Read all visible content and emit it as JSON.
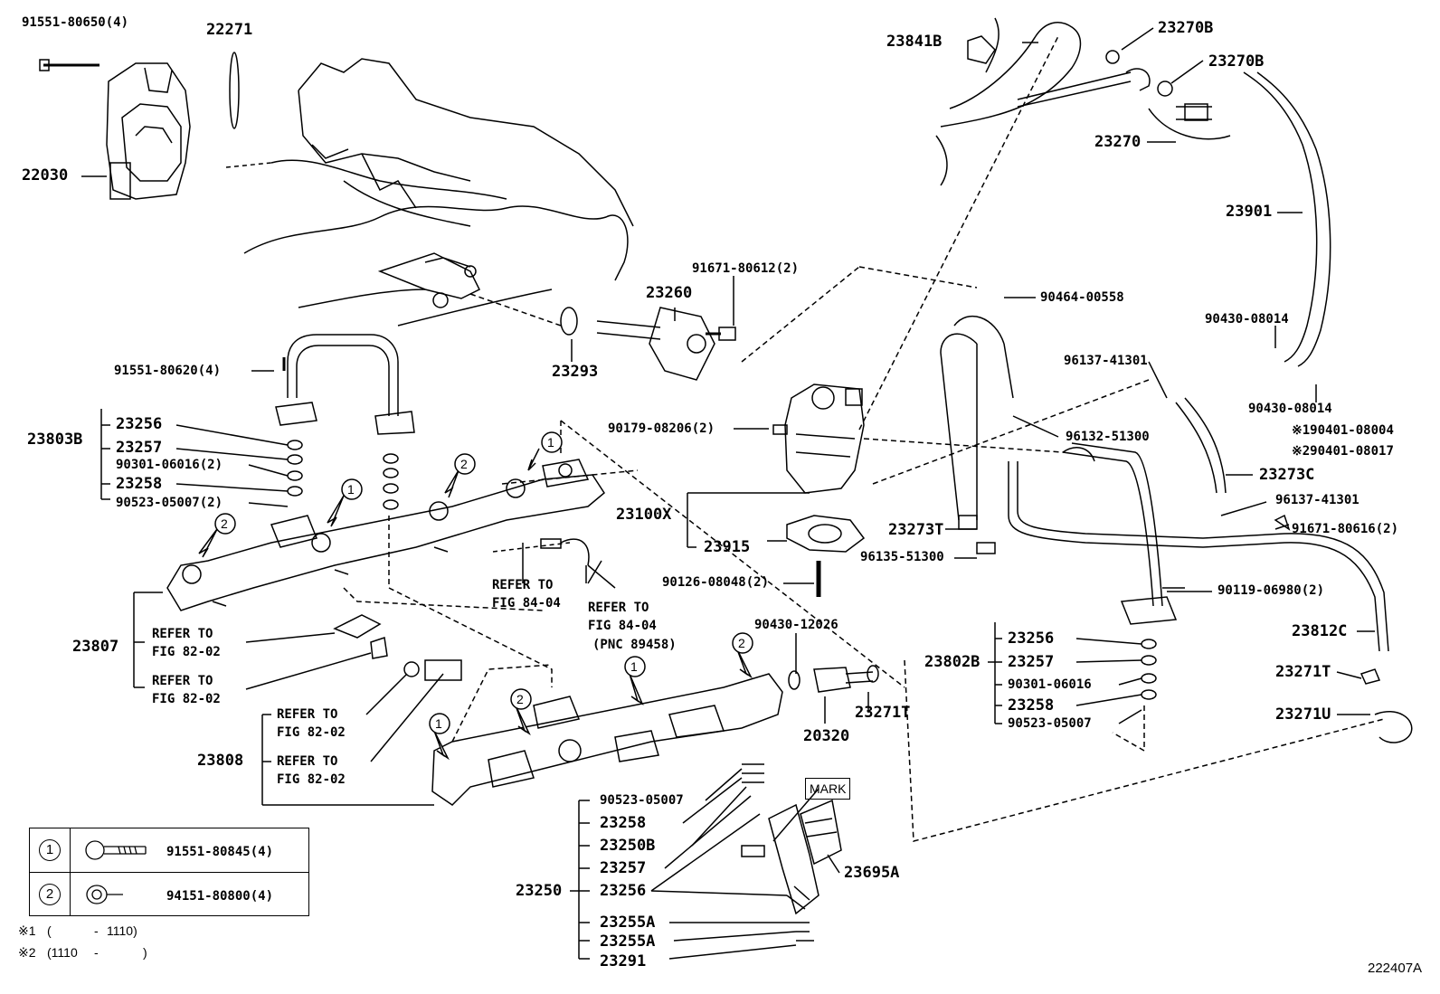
{
  "labels": {
    "p91551_80650": "91551-80650(4)",
    "p22271": "22271",
    "p22030": "22030",
    "p23841B": "23841B",
    "p23270B_1": "23270B",
    "p23270B_2": "23270B",
    "p23270": "23270",
    "p23901": "23901",
    "p91671_80612": "91671-80612(2)",
    "p23260": "23260",
    "p23293": "23293",
    "p90464_00558": "90464-00558",
    "p90430_08014_a": "90430-08014",
    "p96137_41301_a": "96137-41301",
    "p90430_08014_b": "90430-08014",
    "p190401": "※190401-08004",
    "p290401": "※290401-08017",
    "p91551_80620": "91551-80620(4)",
    "p23256_l": "23256",
    "p23803B": "23803B",
    "p23257_l": "23257",
    "p90301_06016_2": "90301-06016(2)",
    "p23258_l": "23258",
    "p90523_05007_2": "90523-05007(2)",
    "p90179_08206": "90179-08206(2)",
    "p96132_51300": "96132-51300",
    "p23273C": "23273C",
    "p96137_41301_b": "96137-41301",
    "p23100X": "23100X",
    "p23273T": "23273T",
    "p91671_80616": "91671-80616(2)",
    "p23915": "23915",
    "p96135_51300": "96135-51300",
    "p90126_08048": "90126-08048(2)",
    "p90119_06980": "90119-06980(2)",
    "ref_fig84_a1": "REFER TO",
    "ref_fig84_a2": "FIG 84-04",
    "ref_fig84_b1": "REFER TO",
    "ref_fig84_b2": "FIG 84-04",
    "ref_fig84_b3": "(PNC 89458)",
    "p23812C": "23812C",
    "p23807": "23807",
    "ref_82_a1": "REFER TO",
    "ref_82_a2": "FIG 82-02",
    "ref_82_b1": "REFER TO",
    "ref_82_b2": "FIG 82-02",
    "p90430_12026": "90430-12026",
    "p23256_r": "23256",
    "p23802B": "23802B",
    "p23257_r": "23257",
    "p90301_06016": "90301-06016",
    "p23271T_r": "23271T",
    "p23258_r": "23258",
    "p23271U": "23271U",
    "p90523_05007_r": "90523-05007",
    "ref_82_c1": "REFER TO",
    "ref_82_c2": "FIG 82-02",
    "p23271T_m": "23271T",
    "p20320": "20320",
    "p23808": "23808",
    "ref_82_d1": "REFER TO",
    "ref_82_d2": "FIG 82-02",
    "mark": "MARK",
    "p90523_05007_b": "90523-05007",
    "p23258_b": "23258",
    "p23250B": "23250B",
    "p23257_b": "23257",
    "p23250": "23250",
    "p23256_b": "23256",
    "p23695A": "23695A",
    "p23255A_1": "23255A",
    "p23255A_2": "23255A",
    "p23291": "23291",
    "callout1": "1",
    "callout2": "2",
    "fig_id": "222407A"
  },
  "legend": [
    {
      "num": "1",
      "part": "91551-80845(4)"
    },
    {
      "num": "2",
      "part": "94151-80800(4)"
    }
  ],
  "notes": {
    "n1_mark": "※1",
    "n1_open": "(",
    "n1_to": "-",
    "n1_end": "1110)",
    "n2_mark": "※2",
    "n2_start": "(1110",
    "n2_to": "-",
    "n2_close": ")"
  }
}
